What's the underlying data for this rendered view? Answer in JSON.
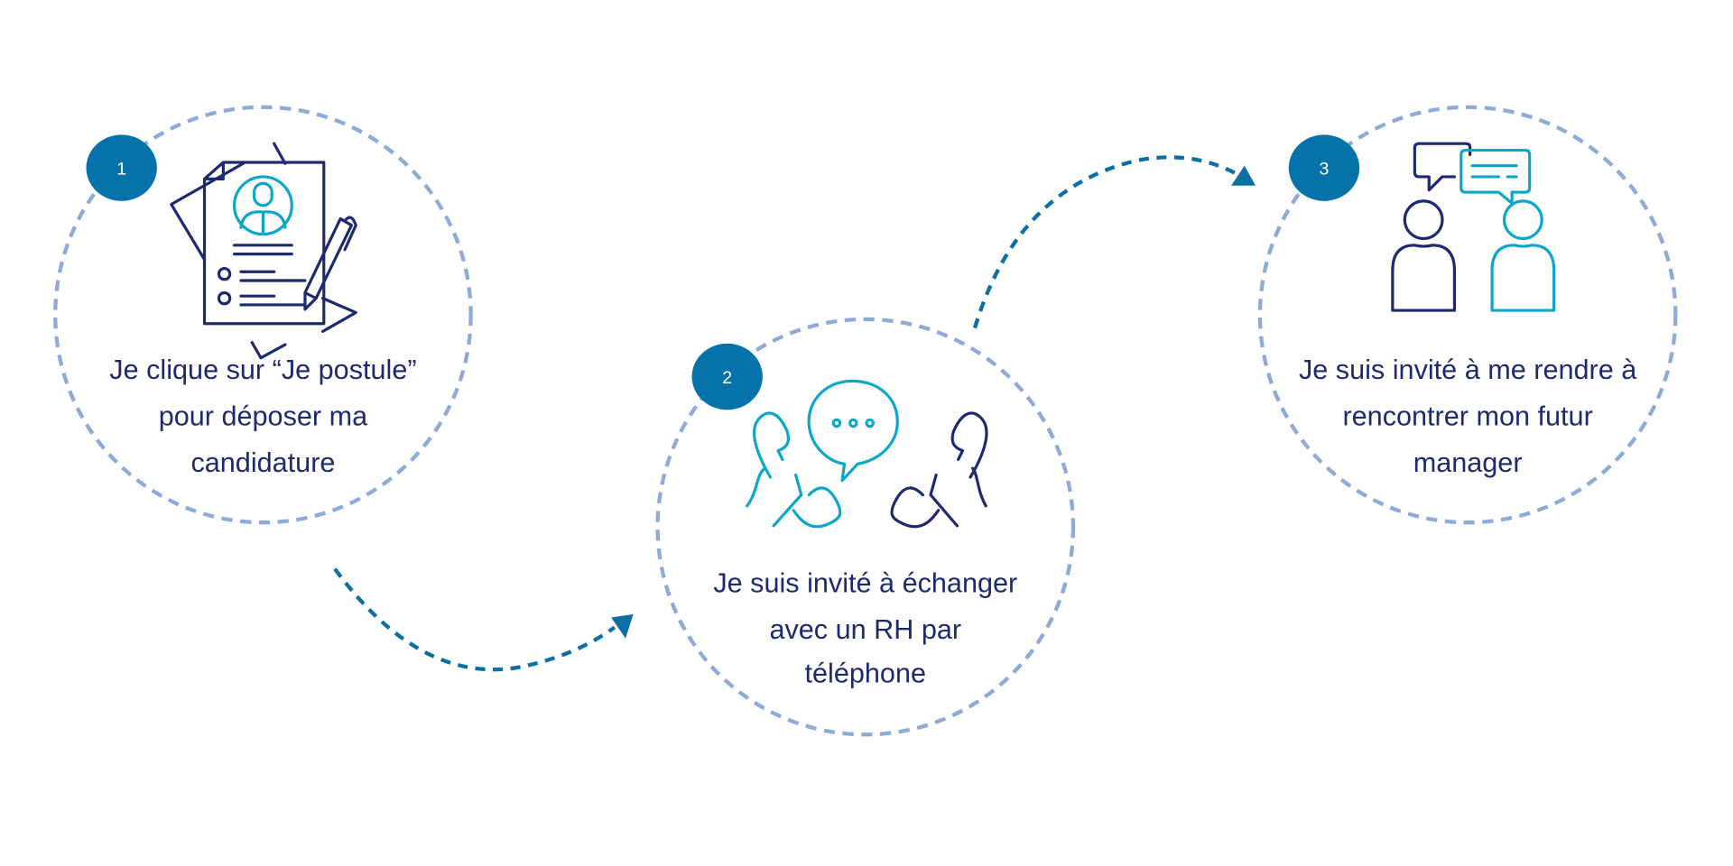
{
  "steps": [
    {
      "number": "1",
      "lines": [
        "Je clique sur “Je postule”",
        "pour déposer ma",
        "candidature"
      ],
      "icon": "application-form-icon"
    },
    {
      "number": "2",
      "lines": [
        "Je suis invité à échanger",
        "avec un RH par",
        "téléphone"
      ],
      "icon": "phone-conversation-icon"
    },
    {
      "number": "3",
      "lines": [
        "Je suis invité à me rendre à",
        "rencontrer mon futur",
        "manager"
      ],
      "icon": "meeting-icon"
    }
  ],
  "colors": {
    "ring": "#8eaad6",
    "badge": "#0573aa",
    "navy": "#1e2a6e",
    "teal": "#0ba6c8",
    "arrow": "#0b6fa4"
  }
}
